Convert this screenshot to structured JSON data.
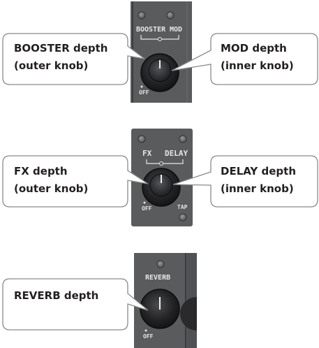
{
  "panels": [
    {
      "id": "booster-mod",
      "labels": {
        "left": "BOOSTER",
        "right": "MOD",
        "off": "OFF"
      },
      "callouts": {
        "left": {
          "line1": "BOOSTER depth",
          "line2": "(outer knob)"
        },
        "right": {
          "line1": "MOD depth",
          "line2": "(inner knob)"
        }
      }
    },
    {
      "id": "fx-delay",
      "labels": {
        "left": "FX",
        "right": "DELAY",
        "off": "OFF",
        "tap": "TAP"
      },
      "callouts": {
        "left": {
          "line1": "FX depth",
          "line2": "(outer knob)"
        },
        "right": {
          "line1": "DELAY depth",
          "line2": "(inner knob)"
        }
      }
    },
    {
      "id": "reverb",
      "labels": {
        "center": "REVERB",
        "off": "OFF"
      },
      "callouts": {
        "left": {
          "line1": "REVERB depth"
        }
      }
    }
  ],
  "colors": {
    "panel": "#5a5b5d",
    "panel_dark": "#3c3d3f",
    "knob": "#1c1c1e",
    "callout_border": "#8a8a8a",
    "text": "#231f20"
  }
}
